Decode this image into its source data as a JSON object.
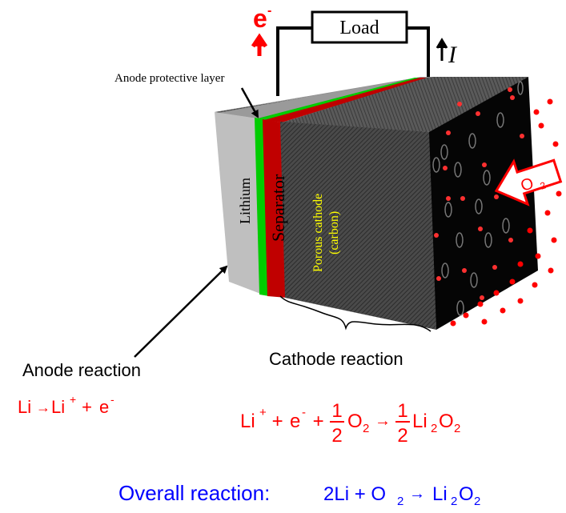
{
  "labels": {
    "electron": "e",
    "electron_sup": "-",
    "load": "Load",
    "current": "I",
    "anode_protective_layer": "Anode protective layer",
    "lithium": "Lithium",
    "separator": "Separator",
    "porous_cathode_line1": "Porous cathode",
    "porous_cathode_line2": "(carbon)",
    "oxygen": "O",
    "oxygen_sub": "2",
    "cathode_reaction": "Cathode reaction",
    "anode_reaction": "Anode reaction"
  },
  "equations": {
    "anode": {
      "li": "Li",
      "arrow": "→",
      "li_ion": "Li",
      "plus_sup": "+",
      "plus": " + ",
      "e": "e",
      "e_sup": "-"
    },
    "cathode": {
      "li": "Li",
      "li_sup": "+",
      "plus1": " + ",
      "e": "e",
      "e_sup": "-",
      "plus2": " + ",
      "frac_num": "1",
      "frac_den": "2",
      "o": "O",
      "o_sub": "2",
      "arrow": "→",
      "frac2_num": "1",
      "frac2_den": "2",
      "product": "Li",
      "product_sub1": "2",
      "product_o": "O",
      "product_sub2": "2"
    },
    "overall": {
      "label": "Overall reaction:",
      "lhs": "2Li + O",
      "lhs_sub": "2",
      "arrow": "→",
      "rhs_li": "Li",
      "rhs_sub1": "2",
      "rhs_o": "O",
      "rhs_sub2": "2"
    }
  },
  "colors": {
    "red": "#ff0000",
    "blue": "#0000ff",
    "lithium_gray": "#bfbfbf",
    "separator_red": "#c00000",
    "protective_green": "#00cc00",
    "cathode_dark": "#3a3a3a",
    "cathode_black": "#050505",
    "yellow": "#ffff00"
  }
}
